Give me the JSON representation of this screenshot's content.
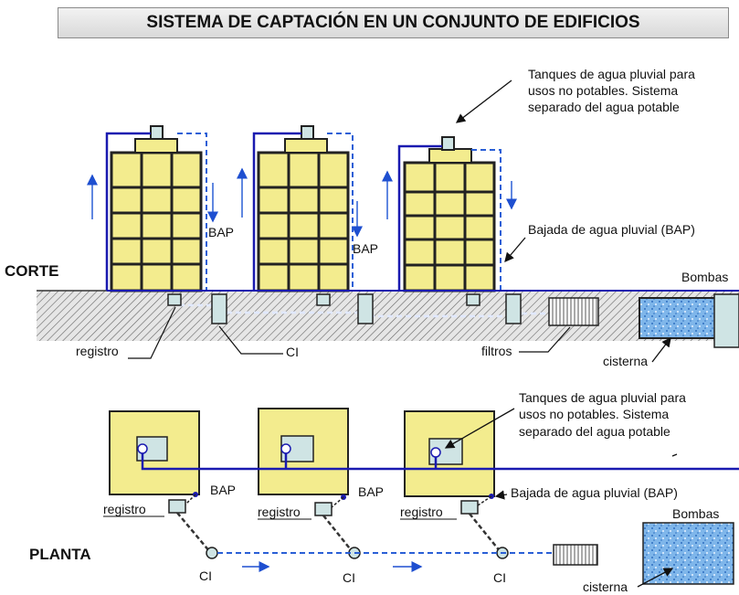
{
  "title": "SISTEMA DE CAPTACIÓN EN UN CONJUNTO DE EDIFICIOS",
  "colors": {
    "building_fill": "#f3ec8e",
    "tank_fill": "#cfe4e4",
    "pipe_blue": "#1a1ab0",
    "dashed_blue": "#2a5fd6",
    "water": "#2f6fc0"
  },
  "corte": {
    "section_label": "CORTE",
    "tanks_note": [
      "Tanques de agua pluvial para",
      "usos no potables. Sistema",
      "separado del agua potable"
    ],
    "bap_label_1": "BAP",
    "bap_label_2": "BAP",
    "downpipe_note": "Bajada de agua pluvial (BAP)",
    "pumps_label": "Bombas",
    "registro_label": "registro",
    "ci_label": "CI",
    "filtros_label": "filtros",
    "cisterna_label": "cisterna"
  },
  "planta": {
    "section_label": "PLANTA",
    "tanks_note": [
      "Tanques de agua pluvial para",
      "usos no potables. Sistema",
      "separado del agua potable"
    ],
    "bap_labels": [
      "BAP",
      "BAP"
    ],
    "downpipe_note": "Bajada de agua pluvial (BAP)",
    "registro_labels": [
      "registro",
      "registro",
      "registro"
    ],
    "ci_labels": [
      "CI",
      "CI",
      "CI"
    ],
    "pumps_label": "Bombas",
    "cisterna_label": "cisterna"
  }
}
